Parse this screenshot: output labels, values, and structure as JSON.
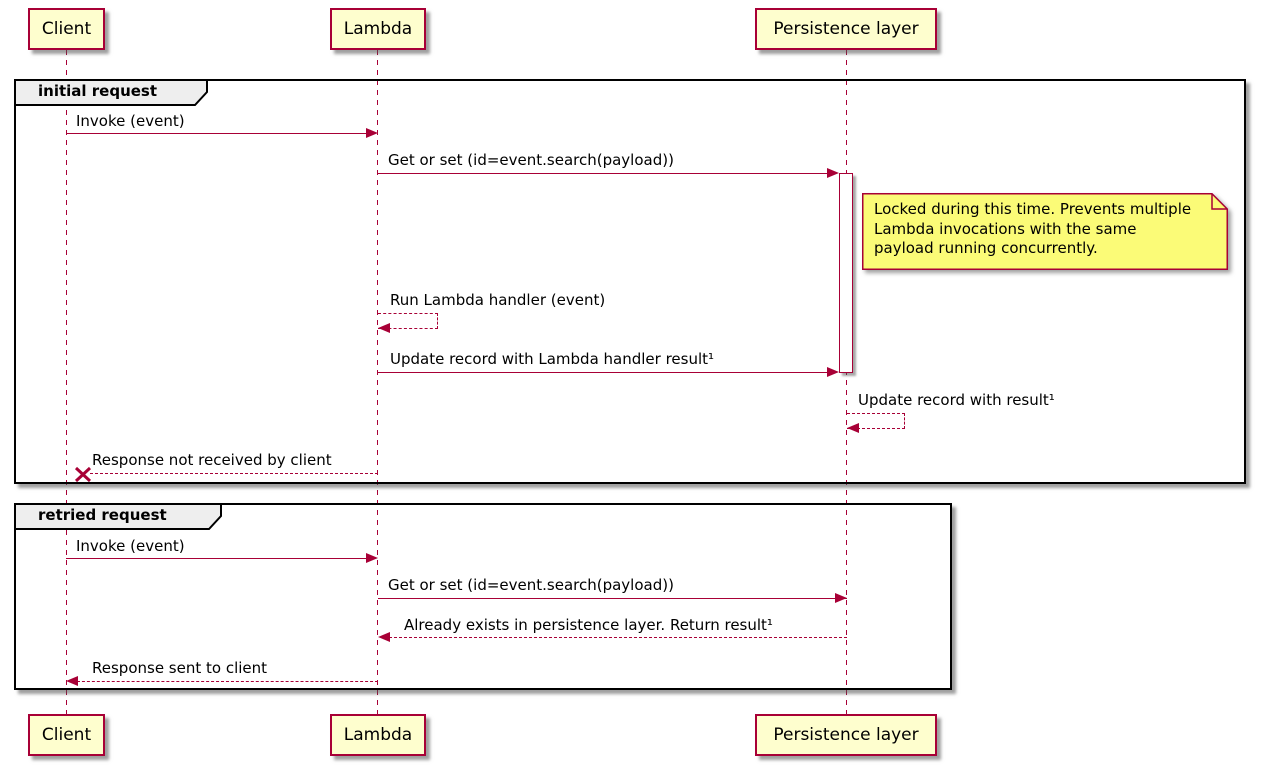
{
  "colors": {
    "accent": "#A80036",
    "participant_fill": "#FEFECE",
    "participant_border": "#A80036",
    "note_fill": "#FBFB77",
    "note_border": "#A80036",
    "frame_border": "#000000",
    "frame_tab_fill": "#EEEEEE",
    "text": "#000000",
    "background": "#FFFFFF"
  },
  "participants": [
    {
      "name": "Client"
    },
    {
      "name": "Lambda"
    },
    {
      "name": "Persistence layer"
    }
  ],
  "frames": [
    {
      "label": "initial request",
      "messages": [
        {
          "text": "Invoke (event)",
          "from": "Client",
          "to": "Lambda",
          "line": "solid"
        },
        {
          "text": "Get or set (id=event.search(payload))",
          "from": "Lambda",
          "to": "Persistence layer",
          "line": "solid"
        },
        {
          "text": "Run Lambda handler (event)",
          "from": "Lambda",
          "to": "Lambda",
          "line": "dashed-self"
        },
        {
          "text": "Update record with Lambda handler result¹",
          "from": "Lambda",
          "to": "Persistence layer",
          "line": "solid"
        },
        {
          "text": "Update record with result¹",
          "from": "Persistence layer",
          "to": "Persistence layer",
          "line": "dashed-self"
        },
        {
          "text": "Response not received by client",
          "from": "Lambda",
          "to": "Client",
          "line": "dashed-lost"
        }
      ]
    },
    {
      "label": "retried request",
      "messages": [
        {
          "text": "Invoke (event)",
          "from": "Client",
          "to": "Lambda",
          "line": "solid"
        },
        {
          "text": "Get or set (id=event.search(payload))",
          "from": "Lambda",
          "to": "Persistence layer",
          "line": "solid"
        },
        {
          "text": "Already exists in persistence layer. Return result¹",
          "from": "Persistence layer",
          "to": "Lambda",
          "line": "dashed"
        },
        {
          "text": "Response sent to client",
          "from": "Lambda",
          "to": "Client",
          "line": "dashed"
        }
      ]
    }
  ],
  "note": {
    "text": "Locked during this time. Prevents multiple Lambda invocations with the same payload running concurrently.",
    "attached_to": "Persistence layer"
  }
}
